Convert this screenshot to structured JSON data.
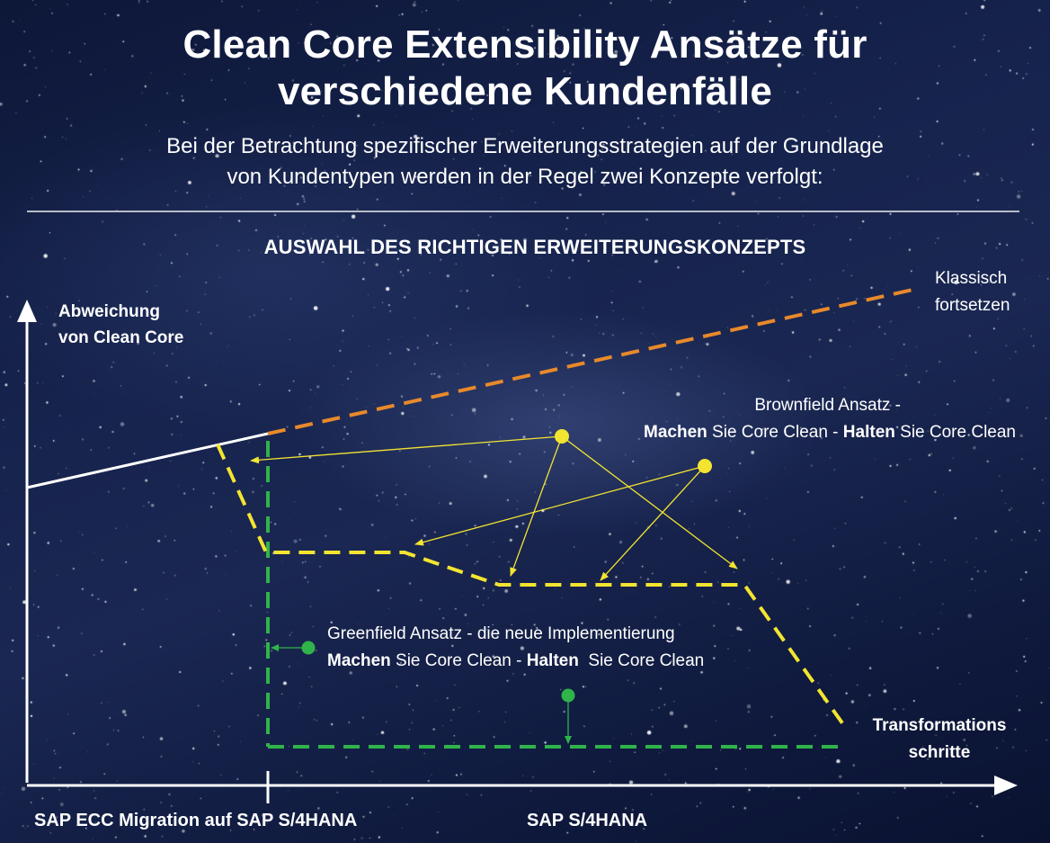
{
  "title_line1": "Clean Core Extensibility Ansätze für",
  "title_line2": "verschiedene Kundenfälle",
  "subtitle_line1": "Bei der Betrachtung spezifischer Erweiterungsstrategien auf der Grundlage",
  "subtitle_line2": "von Kundentypen werden in der Regel zwei Konzepte verfolgt:",
  "section_heading": "AUSWAHL DES RICHTIGEN ERWEITERUNGSKONZEPTS",
  "axes": {
    "y_label_line1": "Abweichung",
    "y_label_line2": "von Clean Core",
    "x_label_left": "SAP ECC Migration auf SAP S/4HANA",
    "x_label_right": "SAP S/4HANA",
    "x_end_line1": "Transformations",
    "x_end_line2": "schritte"
  },
  "classic": {
    "line1": "Klassisch",
    "line2": "fortsetzen",
    "color": "#e8892b"
  },
  "brownfield": {
    "line1": "Brownfield Ansatz -",
    "machen": "Machen",
    "mid": " Sie Core Clean - ",
    "halten": "Halten",
    "end": " Sie Core Clean",
    "color": "#f3e431"
  },
  "greenfield": {
    "line1": "Greenfield Ansatz - die neue Implementierung",
    "machen": "Machen",
    "mid": " Sie Core Clean - ",
    "halten": "Halten",
    "end": "  Sie Core Clean",
    "color": "#2fb44a"
  }
}
